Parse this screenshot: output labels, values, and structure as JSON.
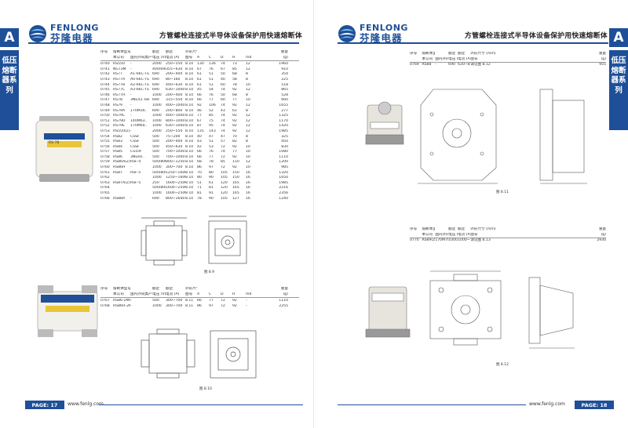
{
  "colors": {
    "brand": "#1e4f98"
  },
  "left": {
    "brand_en": "FENLONG",
    "brand_cn": "芬隆电器",
    "title": "方管螺栓连接式半导体设备保护用快速熔断体",
    "side_letter": "A",
    "side_category": "低压熔断器系列",
    "page": "PAGE: 17",
    "url": "www.fenlg.com",
    "table1": {
      "header1": [
        "序号",
        "熔断体型号",
        "",
        "额定",
        "额定",
        "外形尺寸 (mm)",
        "",
        "",
        "",
        "",
        "",
        "重量"
      ],
      "header2": [
        "",
        "本公司",
        "国内外同类产品",
        "电压 (V)",
        "电流 (A)",
        "图号",
        "A",
        "C",
        "D",
        "H",
        "md",
        "(g)"
      ],
      "rows": [
        [
          "0740",
          "RS550",
          "-",
          "2000",
          "250~550",
          "8.10",
          "130",
          "136",
          "74",
          "73",
          "12",
          "1960"
        ],
        [
          "0741",
          "NGT3M",
          "-",
          "400/690/380",
          "355~630",
          "8.10",
          "67",
          "76",
          "67",
          "85",
          "12",
          "910"
        ],
        [
          "0742",
          "RS77",
          "A1-66C-TS",
          "690",
          "200~400",
          "8.10",
          "61",
          "51",
          "50",
          "68",
          "8",
          "354"
        ],
        [
          "0743",
          "RS77A",
          "A0-66C-TS",
          "690",
          "80~160",
          "8.10",
          "61",
          "51",
          "40",
          "58",
          "8",
          "225"
        ],
        [
          "0744",
          "RS77B",
          "A2-66C-TS",
          "690",
          "400~630",
          "8.10",
          "61",
          "51",
          "60",
          "78",
          "10",
          "518"
        ],
        [
          "0745",
          "RS77C",
          "A3-66C-TS",
          "690",
          "630~1000",
          "8.10",
          "45",
          "54",
          "74",
          "92",
          "12",
          "865"
        ],
        [
          "0746",
          "RS77H",
          "-",
          "1000",
          "200~400",
          "8.10",
          "66",
          "76",
          "50",
          "68",
          "8",
          "528"
        ],
        [
          "0747",
          "RS78",
          "3NE43..6B",
          "690",
          "315~550",
          "8.10",
          "66",
          "77",
          "60",
          "77",
          "10",
          "660"
        ],
        [
          "0748",
          "RS79",
          "-",
          "1000",
          "400~1000",
          "8.10",
          "92",
          "106",
          "74",
          "92",
          "12",
          "1655"
        ],
        [
          "0749",
          "RS79A",
          "170M34..",
          "690",
          "200~800",
          "8.10",
          "46",
          "52",
          "43",
          "61",
          "8",
          "277"
        ],
        [
          "0750",
          "RS79C",
          "-",
          "1000",
          "400~1000",
          "8.10",
          "77",
          "85",
          "74",
          "92",
          "12",
          "1325"
        ],
        [
          "0751",
          "RS79D",
          "140M63..",
          "1000",
          "800~1000",
          "8.10",
          "67",
          "75",
          "74",
          "92",
          "12",
          "1170"
        ],
        [
          "0752",
          "RS79E",
          "170M64..",
          "1000",
          "630~1000",
          "8.10",
          "87",
          "95",
          "74",
          "92",
          "12",
          "1420"
        ],
        [
          "0753",
          "RS550(Z)",
          "-",
          "2000",
          "250~550",
          "8.10",
          "135",
          "143",
          "74",
          "92",
          "12",
          "1985"
        ],
        [
          "0754",
          "RS82",
          "CSSF",
          "500",
          "75~200",
          "8.10",
          "40",
          "47",
          "47",
          "70",
          "8",
          "325"
        ],
        [
          "0755",
          "RS83",
          "CSSF",
          "500",
          "200~400",
          "8.10",
          "43",
          "51",
          "57",
          "82",
          "8",
          "450"
        ],
        [
          "0756",
          "RS84",
          "CSSF",
          "500",
          "450~630",
          "8.10",
          "42",
          "53",
          "72",
          "92",
          "10",
          "830"
        ],
        [
          "0757",
          "RS85",
          "CS10F",
          "500",
          "700~1000",
          "8.10",
          "66",
          "76",
          "74",
          "77",
          "10",
          "1080"
        ],
        [
          "0758",
          "RS86",
          "3NE64..",
          "500",
          "700~1000",
          "8.10",
          "66",
          "77",
          "72",
          "92",
          "10",
          "1110"
        ],
        [
          "0759",
          "RS86A(Z)",
          "RSF-4",
          "500/800",
          "800~1250",
          "8.10",
          "68",
          "78",
          "85",
          "110",
          "12",
          "1200"
        ],
        [
          "0760",
          "RS86H",
          "-",
          "1000",
          "300~700",
          "8.10",
          "86",
          "97",
          "72",
          "92",
          "10",
          "985"
        ],
        [
          "0761",
          "RS87",
          "RSF-5",
          "500/800",
          "1250~1600",
          "8.10",
          "70",
          "80",
          "105",
          "150",
          "16",
          "1320"
        ],
        [
          "0762",
          "",
          "",
          "1000",
          "1250~1600",
          "8.10",
          "80",
          "90",
          "105",
          "150",
          "16",
          "1650"
        ],
        [
          "0763",
          "RS87A(Z)",
          "RSF-5",
          "250",
          "1600~2500",
          "8.10",
          "51",
          "61",
          "120",
          "165",
          "16",
          "1985"
        ],
        [
          "0764",
          "",
          "",
          "500/800",
          "1600~2500",
          "8.10",
          "71",
          "81",
          "120",
          "165",
          "16",
          "2216"
        ],
        [
          "0765",
          "",
          "",
          "1000",
          "1600~2500",
          "8.10",
          "81",
          "91",
          "120",
          "165",
          "16",
          "2356"
        ],
        [
          "0766",
          "RS88A",
          "-",
          "690",
          "800~1600",
          "8.10",
          "78",
          "90",
          "105",
          "127",
          "16",
          "1240"
        ]
      ]
    },
    "table2": {
      "header1": [
        "序号",
        "熔断体型号",
        "",
        "额定",
        "额定",
        "外形尺寸 (mm)",
        "",
        "",
        "",
        "",
        "",
        "重量"
      ],
      "header2": [
        "",
        "本公司",
        "国内外同类产品",
        "电压 (V)",
        "电流 (A)",
        "图号",
        "A",
        "C",
        "D",
        "H",
        "md",
        "(g)"
      ],
      "rows": [
        [
          "0767",
          "RS86-2M8",
          "-",
          "500",
          "300~700",
          "8.11",
          "66",
          "77",
          "72",
          "92",
          "-",
          "1110"
        ],
        [
          "0768",
          "RS86H-2M8",
          "-",
          "1000",
          "300~700",
          "8.11",
          "86",
          "97",
          "72",
          "92",
          "-",
          "2255"
        ]
      ]
    },
    "fig1": "图 8.9",
    "fig2": "图 8.10",
    "photo1_label": "RS-78"
  },
  "right": {
    "brand_en": "FENLONG",
    "brand_cn": "芬隆电器",
    "title": "方管螺栓连接式半导体设备保护用快速熔断体",
    "side_letter": "A",
    "side_category": "低压熔断器系列",
    "page": "PAGE: 18",
    "url": "www.fenlg.com",
    "table1": {
      "header1": [
        "序号",
        "熔断体型号",
        "",
        "额定",
        "额定",
        "外形尺寸 (mm)",
        "重量"
      ],
      "header2": [
        "",
        "本公司",
        "国内外同类产品",
        "电压 (V)",
        "电流 (A)",
        "图号",
        "(g)"
      ],
      "rows": [
        [
          "0769",
          "RS88",
          "-",
          "690",
          "630~800",
          "详见图 8.12",
          "955"
        ]
      ]
    },
    "table2": {
      "header1": [
        "序号",
        "熔断体型号",
        "",
        "额定",
        "额定",
        "外形尺寸 (mm)",
        "重量"
      ],
      "header2": [
        "",
        "本公司",
        "国内外同类产品",
        "电压 (V)",
        "电流 (A)",
        "图号",
        "(g)"
      ],
      "rows": [
        [
          "0770",
          "RS89(Z)",
          "170M70..",
          "1000",
          "1000~1800",
          "详见图 8.13",
          "2930"
        ]
      ]
    },
    "fig1": "图 8.11",
    "fig2": "图 8.12"
  }
}
